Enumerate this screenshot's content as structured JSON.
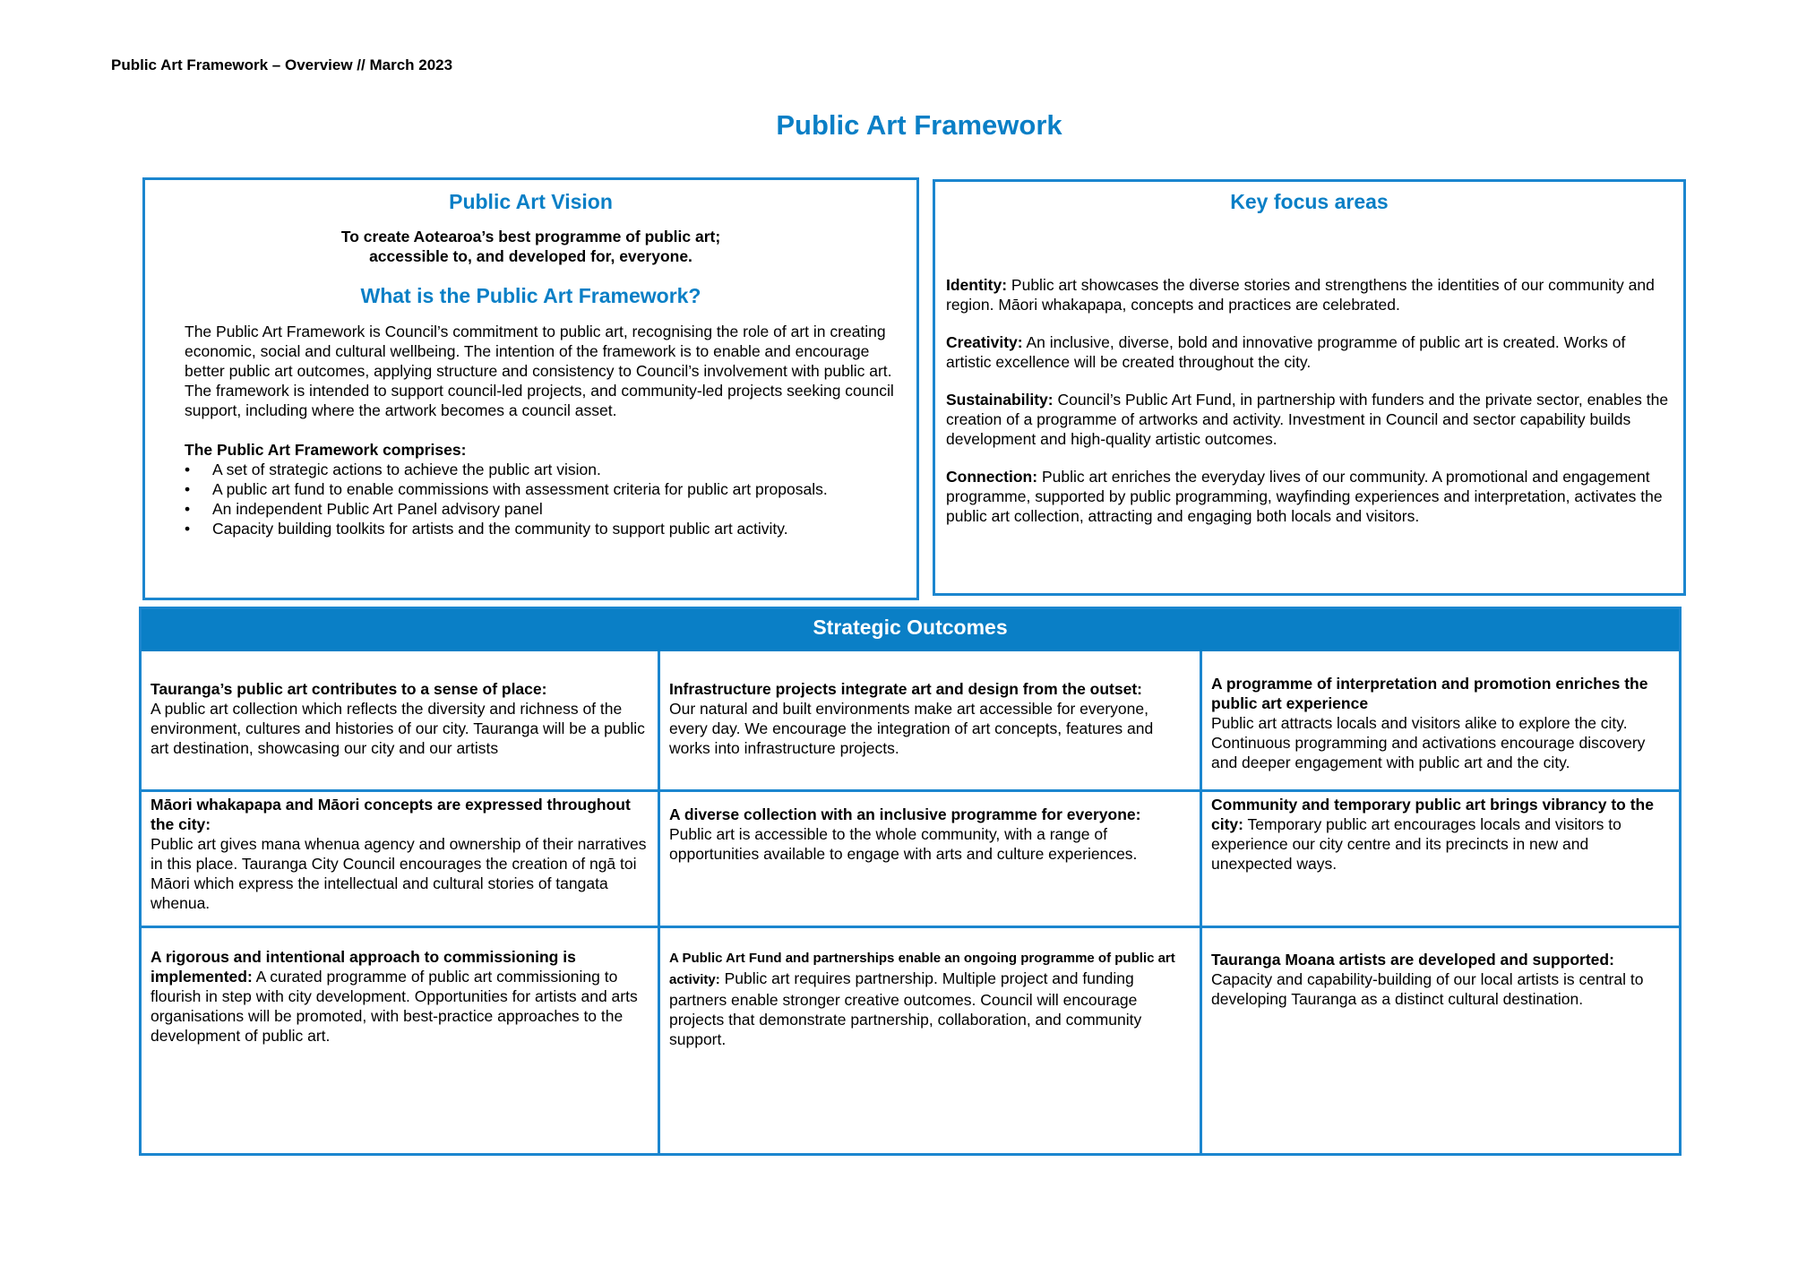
{
  "header": {
    "doc_line": "Public Art Framework – Overview // March 2023"
  },
  "title": "Public Art Framework",
  "vision": {
    "heading": "Public Art Vision",
    "statement_line1": "To create Aotearoa’s best programme of public art;",
    "statement_line2": "accessible to, and developed for, everyone.",
    "what_heading": "What is the Public Art Framework?",
    "body": "The Public Art Framework is Council’s commitment to public art, recognising the role of art in creating economic, social and cultural wellbeing. The intention of the framework is to enable and encourage better public art outcomes, applying structure and consistency to Council’s involvement with public art. The framework is intended to support council-led projects, and community-led projects seeking council support, including where the artwork becomes a council asset.",
    "comprises_title": "The Public Art Framework comprises:",
    "bullet_symbol": "•",
    "bullets": [
      "A set of strategic actions to achieve the public art vision.",
      "A public art fund to enable commissions with assessment criteria for public art proposals.",
      "An independent Public Art Panel advisory panel",
      "Capacity building toolkits for artists and the community to support public art activity."
    ]
  },
  "focus": {
    "heading": "Key focus areas",
    "items": [
      {
        "label": "Identity:",
        "text": " Public art showcases the diverse stories and strengthens the identities of our community and region. Māori whakapapa, concepts and practices are celebrated."
      },
      {
        "label": "Creativity:",
        "text": " An inclusive, diverse, bold and innovative programme of public art is created. Works of artistic excellence will be created throughout the city."
      },
      {
        "label": "Sustainability:",
        "text": " Council’s Public Art Fund, in partnership with funders and the private sector, enables the creation of a programme of artworks and activity. Investment in Council and sector capability builds development and high-quality artistic outcomes."
      },
      {
        "label": "Connection:",
        "text": "  Public art enriches the everyday lives of our community. A promotional and engagement programme, supported by public programming, wayfinding experiences and interpretation, activates the public art collection, attracting and engaging both locals and visitors."
      }
    ]
  },
  "outcomes": {
    "heading": "Strategic Outcomes",
    "cells": [
      {
        "lead": "Tauranga’s public art contributes to a sense of place:",
        "text": "A public art collection which reflects the diversity and richness of the environment, cultures and histories of our city. Tauranga will be a public art destination, showcasing our city and our artists"
      },
      {
        "lead": "Infrastructure projects integrate art and design from the outset:",
        "text": "Our natural and built environments make art accessible for everyone, every day. We encourage the integration of art concepts, features and works into infrastructure projects."
      },
      {
        "lead": "A programme of interpretation and promotion enriches the public art experience",
        "text": "Public art attracts locals and visitors alike to explore the city. Continuous programming and activations encourage discovery and deeper engagement with public art and the city."
      },
      {
        "lead": "Māori whakapapa and Māori concepts are expressed throughout the city:",
        "text": "Public art gives mana whenua agency and ownership of their narratives in this place. Tauranga City Council encourages the creation of ngā toi Māori which express the intellectual and cultural stories of tangata whenua."
      },
      {
        "lead": "A diverse collection with an inclusive programme for everyone:",
        "text": "Public art is accessible to the whole community, with a range of opportunities available to engage with arts and culture experiences."
      },
      {
        "lead": "Community and temporary public art brings vibrancy to the city:",
        "text": " Temporary public art encourages locals and visitors to experience our city centre and its precincts in new and unexpected ways."
      },
      {
        "lead": "A rigorous and intentional approach to commissioning is implemented:",
        "text": " A curated programme of public art commissioning to flourish in step with city development. Opportunities for artists and arts organisations will be promoted, with best-practice approaches to the development of public art."
      },
      {
        "lead": "A Public Art Fund and partnerships enable an ongoing programme of public art activity:",
        "text": " Public art requires partnership. Multiple project and funding partners enable stronger creative outcomes. Council will encourage projects that demonstrate partnership, collaboration, and community support."
      },
      {
        "lead": "Tauranga Moana artists are developed and supported:",
        "text": "Capacity and capability-building of our local artists is central to developing Tauranga as a distinct cultural destination."
      }
    ]
  }
}
